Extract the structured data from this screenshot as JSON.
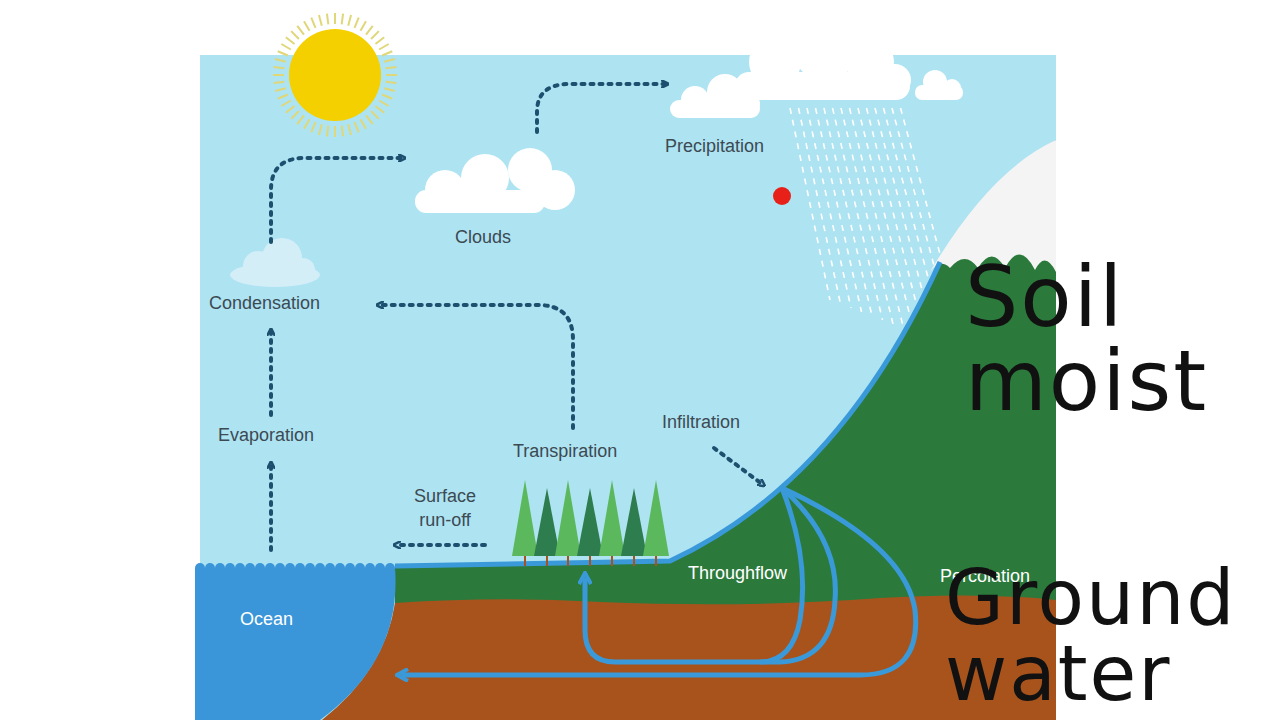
{
  "diagram": {
    "labels": [
      "Precipitation",
      "Clouds",
      "Condensation",
      "Evaporation",
      "Transpiration",
      "Infiltration",
      "Surface run-off",
      "Throughflow",
      "Percolation",
      "Ocean",
      "Soil moist",
      "Ground water"
    ]
  }
}
